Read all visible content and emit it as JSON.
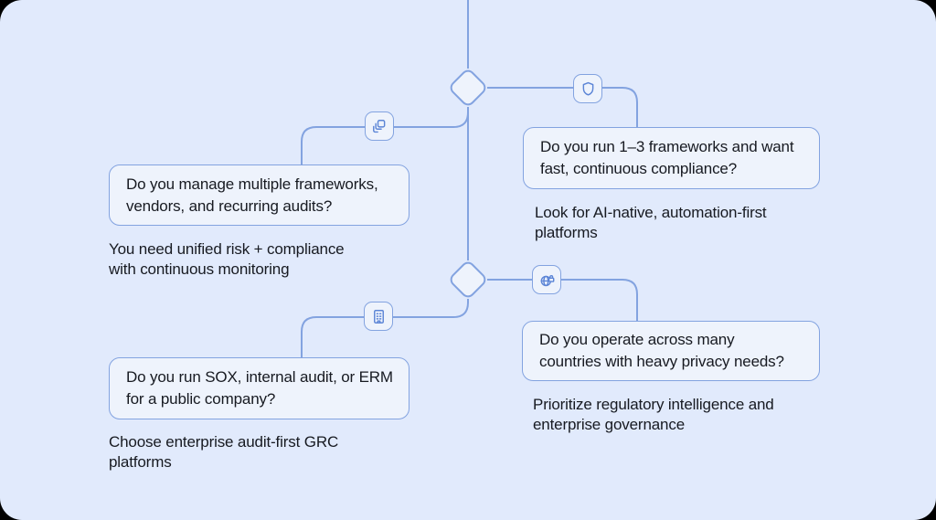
{
  "palette": {
    "outside_bg": "#000000",
    "card_bg": "#e1eafc",
    "node_fill": "#eef3fc",
    "line_and_border": "#83a3e0",
    "icon_stroke": "#5c85d6",
    "text": "#171a21"
  },
  "tree": {
    "decision_node_count": 2,
    "branches": [
      {
        "icon": "copy-stack-icon",
        "question_line1": "Do you manage multiple frameworks,",
        "question_line2": "vendors, and recurring audits?",
        "answer_line1": "You need unified risk + compliance",
        "answer_line2": "with continuous monitoring"
      },
      {
        "icon": "shield-icon",
        "question_line1": "Do you run 1–3 frameworks and want",
        "question_line2": "fast, continuous compliance?",
        "answer_line1": "Look for AI-native, automation-first",
        "answer_line2": "platforms"
      },
      {
        "icon": "building-icon",
        "question_line1": "Do you run SOX, internal audit, or ERM",
        "question_line2": "for a public company?",
        "answer_line1": "Choose enterprise audit-first GRC",
        "answer_line2": "platforms"
      },
      {
        "icon": "globe-lock-icon",
        "question_line1": "Do you operate across many",
        "question_line2": "countries with heavy privacy needs?",
        "answer_line1": "Prioritize regulatory intelligence and",
        "answer_line2": "enterprise governance"
      }
    ]
  }
}
